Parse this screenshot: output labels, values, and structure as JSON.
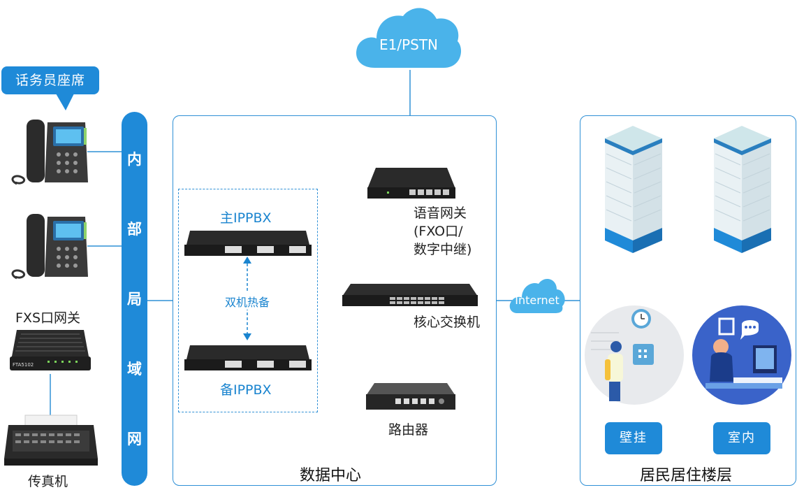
{
  "cloud_top": "E1/PSTN",
  "cloud_internet": "Internet",
  "callout": "话务员座席",
  "bus_chars": [
    "内",
    "部",
    "局",
    "域",
    "网"
  ],
  "left": {
    "fxs_gateway": "FXS口网关",
    "fxs_device_model": "FTA5102",
    "fax": "传真机"
  },
  "datacenter": {
    "title": "数据中心",
    "main_pbx": "主IPPBX",
    "backup_pbx": "备IPPBX",
    "hot_standby": "双机热备",
    "voice_gateway_line1": "语音网关",
    "voice_gateway_line2": "(FXO口/",
    "voice_gateway_line3": "数字中继)",
    "core_switch": "核心交换机",
    "router": "路由器"
  },
  "residence": {
    "title": "居民居住楼层",
    "wall": "壁挂",
    "indoor": "室内"
  },
  "colors": {
    "accent": "#1f8ad8",
    "cloud": "#4ab3ea",
    "device": "#2a2a2a"
  }
}
